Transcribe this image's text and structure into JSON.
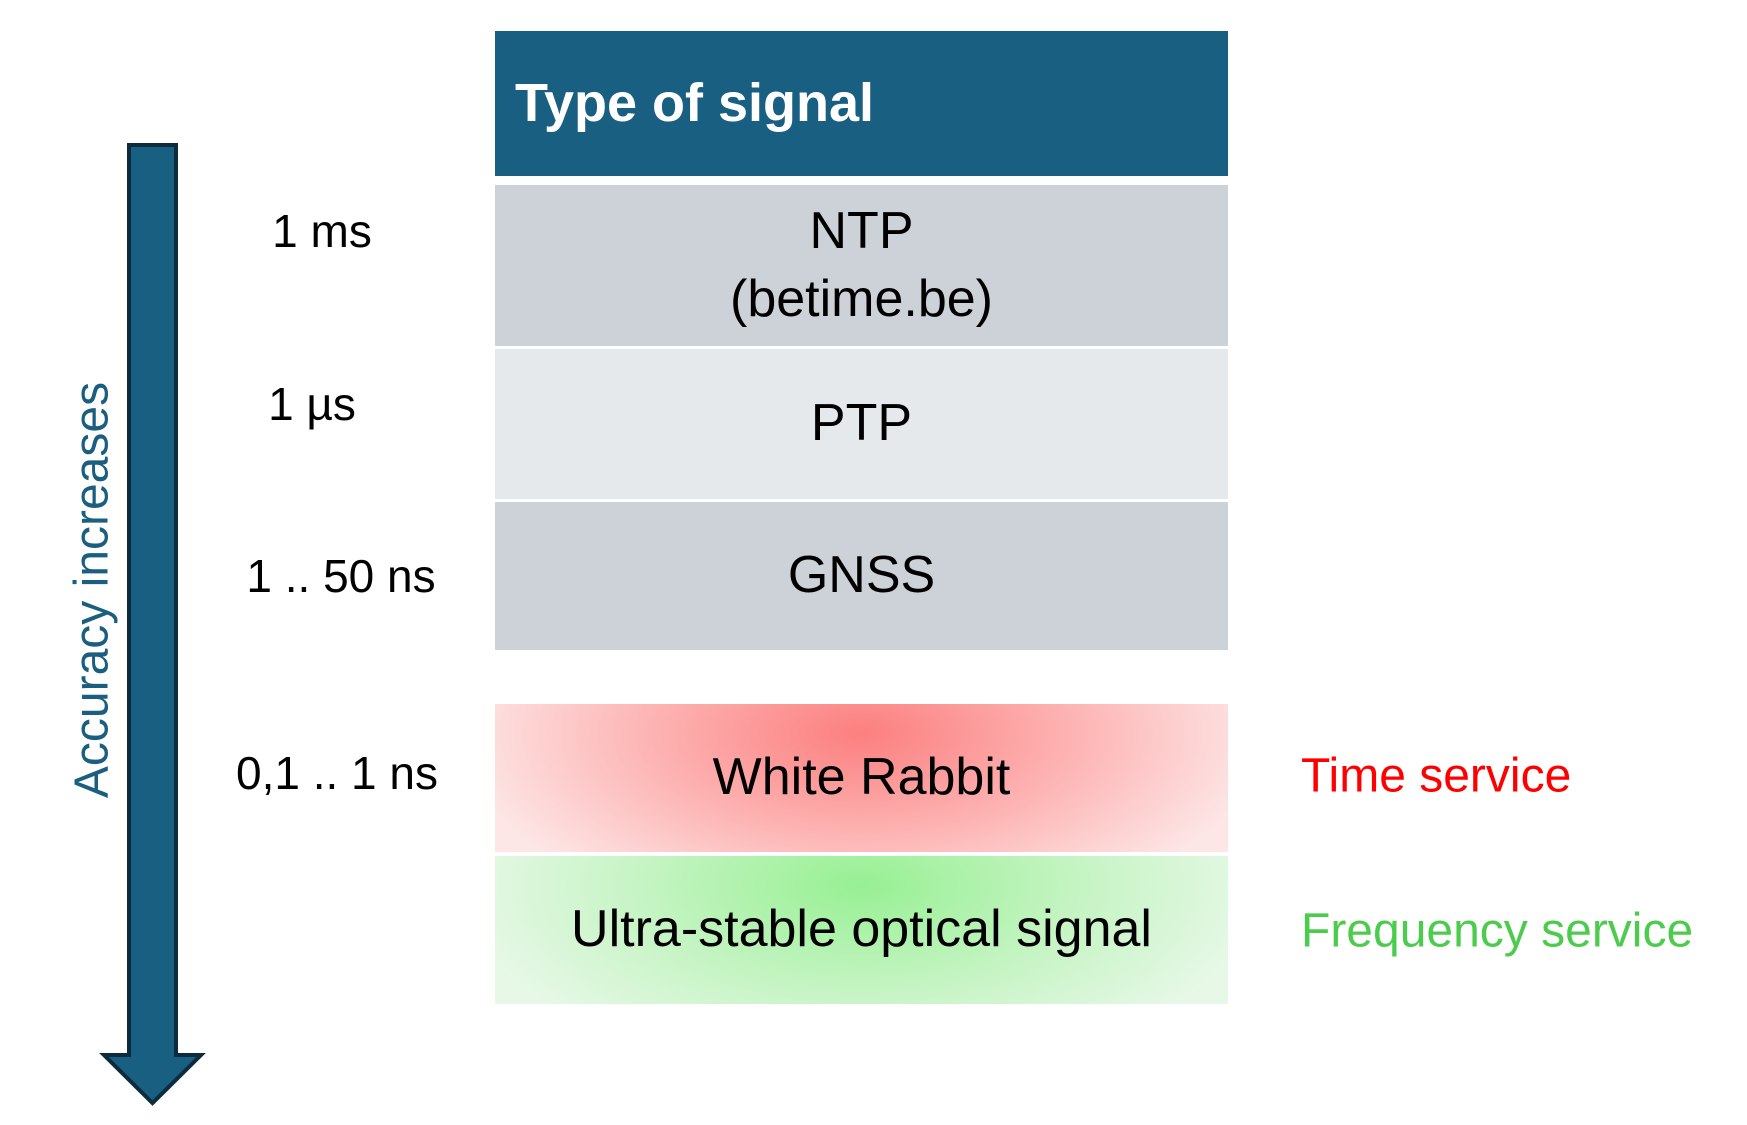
{
  "axis": {
    "label": "Accuracy increases",
    "color": "#1a5e80"
  },
  "table": {
    "header": "Type of signal",
    "header_color": "#195f82",
    "rows": [
      {
        "signal_line1": "NTP",
        "signal_line2": "(betime.be)",
        "accuracy": "1 ms"
      },
      {
        "signal": "PTP",
        "accuracy": "1 µs"
      },
      {
        "signal": "GNSS",
        "accuracy": "1 .. 50 ns"
      },
      {
        "signal": "White Rabbit",
        "accuracy": "0,1 .. 1 ns",
        "service": "Time service",
        "service_color": "#ff0000"
      },
      {
        "signal": "Ultra-stable optical signal",
        "service": "Frequency service",
        "service_color": "#4ccc4c"
      }
    ]
  }
}
